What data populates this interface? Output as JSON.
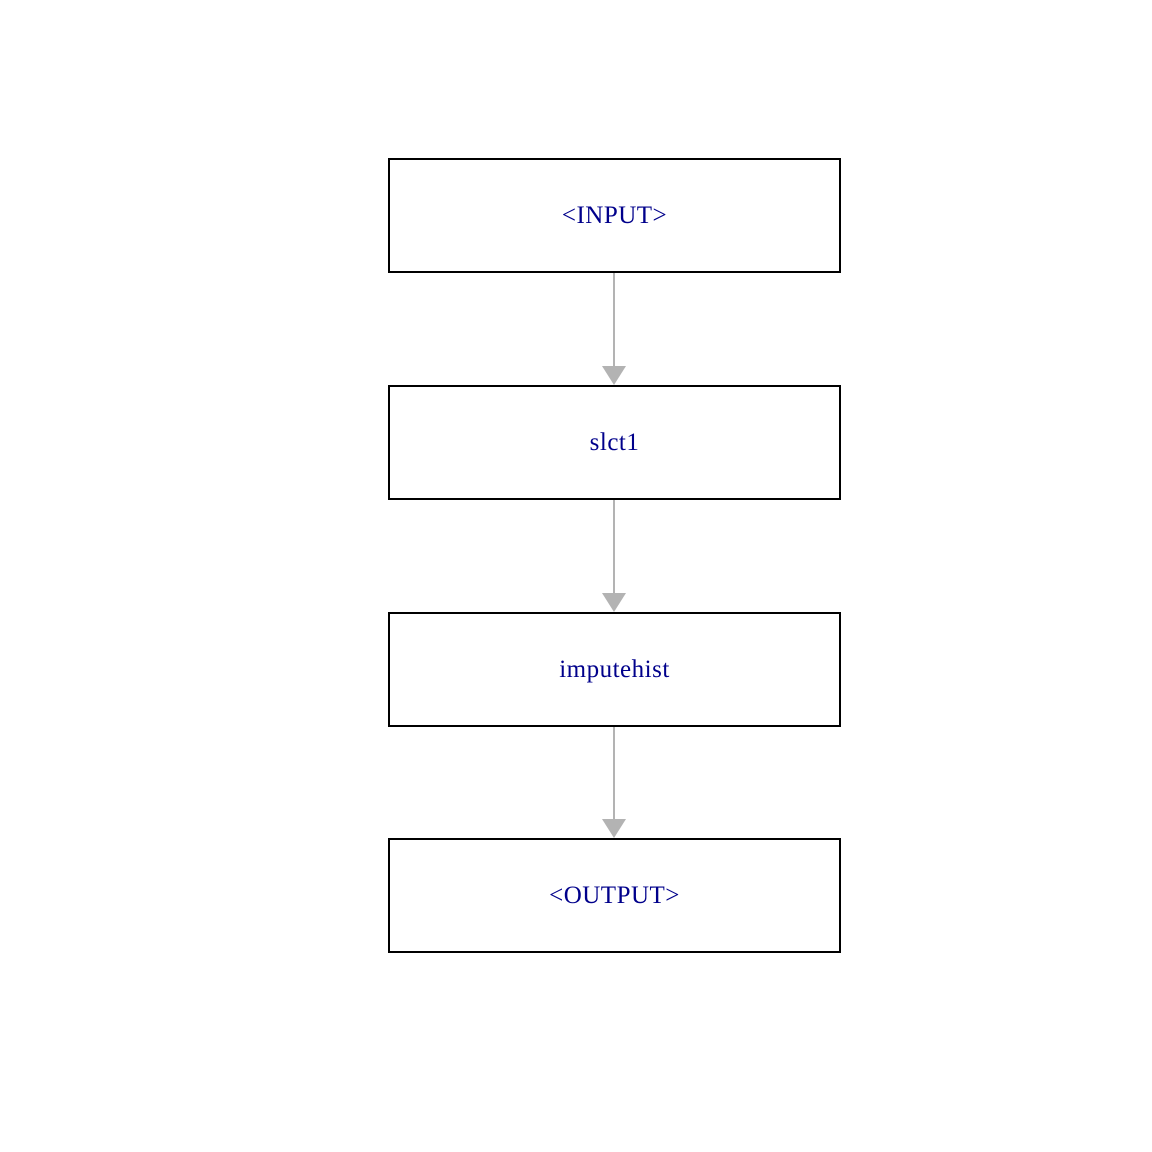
{
  "diagram": {
    "type": "flowchart",
    "direction": "top-down",
    "nodes": [
      {
        "id": "input",
        "label": "<INPUT>"
      },
      {
        "id": "slct1",
        "label": "slct1"
      },
      {
        "id": "imputehist",
        "label": "imputehist"
      },
      {
        "id": "output",
        "label": "<OUTPUT>"
      }
    ],
    "edges": [
      {
        "from": "input",
        "to": "slct1"
      },
      {
        "from": "slct1",
        "to": "imputehist"
      },
      {
        "from": "imputehist",
        "to": "output"
      }
    ],
    "colors": {
      "background": "#ffffff",
      "node_fill": "#ffffff",
      "node_border": "#000000",
      "label_text": "#00008b",
      "arrow": "#b3b3b3"
    }
  }
}
